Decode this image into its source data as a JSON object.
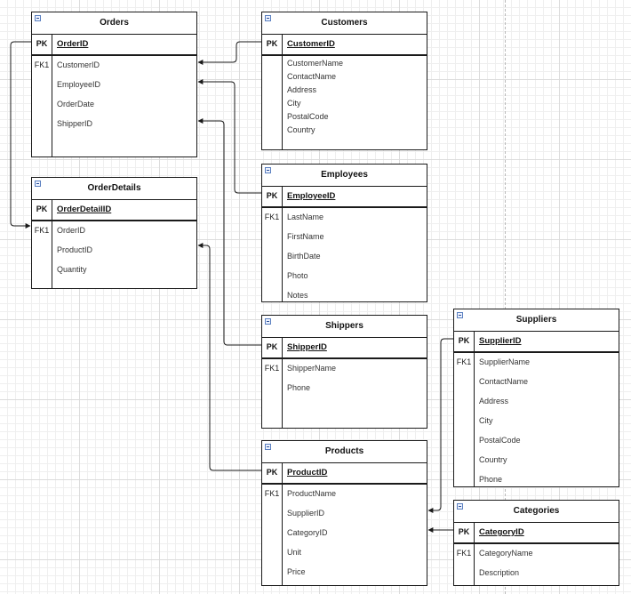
{
  "tables": [
    {
      "id": "orders",
      "title": "Orders",
      "pk": "OrderID",
      "fk_label": "FK1",
      "fields": [
        "CustomerID",
        "EmployeeID",
        "OrderDate",
        "ShipperID"
      ]
    },
    {
      "id": "customers",
      "title": "Customers",
      "pk": "CustomerID",
      "fields": [
        "CustomerName",
        "ContactName",
        "Address",
        "City",
        "PostalCode",
        "Country"
      ]
    },
    {
      "id": "orderdetails",
      "title": "OrderDetails",
      "pk": "OrderDetailID",
      "fk_label": "FK1",
      "fields": [
        "OrderID",
        "ProductID",
        "Quantity"
      ]
    },
    {
      "id": "employees",
      "title": "Employees",
      "pk": "EmployeeID",
      "fk_label": "FK1",
      "fields": [
        "LastName",
        "FirstName",
        "BirthDate",
        "Photo",
        "Notes"
      ]
    },
    {
      "id": "shippers",
      "title": "Shippers",
      "pk": "ShipperID",
      "fk_label": "FK1",
      "fields": [
        "ShipperName",
        "Phone"
      ]
    },
    {
      "id": "suppliers",
      "title": "Suppliers",
      "pk": "SupplierID",
      "fk_label": "FK1",
      "fields": [
        "SupplierName",
        "ContactName",
        "Address",
        "City",
        "PostalCode",
        "Country",
        "Phone"
      ]
    },
    {
      "id": "products",
      "title": "Products",
      "pk": "ProductID",
      "fk_label": "FK1",
      "fields": [
        "ProductName",
        "SupplierID",
        "CategoryID",
        "Unit",
        "Price"
      ]
    },
    {
      "id": "categories",
      "title": "Categories",
      "pk": "CategoryID",
      "fk_label": "FK1",
      "fields": [
        "CategoryName",
        "Description"
      ]
    }
  ],
  "pk_label": "PK",
  "relationships": [
    {
      "from": "Customers.CustomerID",
      "to": "Orders.CustomerID"
    },
    {
      "from": "Employees.EmployeeID",
      "to": "Orders.EmployeeID"
    },
    {
      "from": "Shippers.ShipperID",
      "to": "Orders.ShipperID"
    },
    {
      "from": "Orders.OrderID",
      "to": "OrderDetails.OrderID"
    },
    {
      "from": "Products.ProductID",
      "to": "OrderDetails.ProductID"
    },
    {
      "from": "Suppliers.SupplierID",
      "to": "Products.SupplierID"
    },
    {
      "from": "Categories.CategoryID",
      "to": "Products.CategoryID"
    }
  ],
  "colors": {
    "line": "#1a1a1a",
    "grid_major": "#dcdcdc",
    "grid_minor": "#efefef",
    "collapse_icon": "#5a7fc0"
  }
}
